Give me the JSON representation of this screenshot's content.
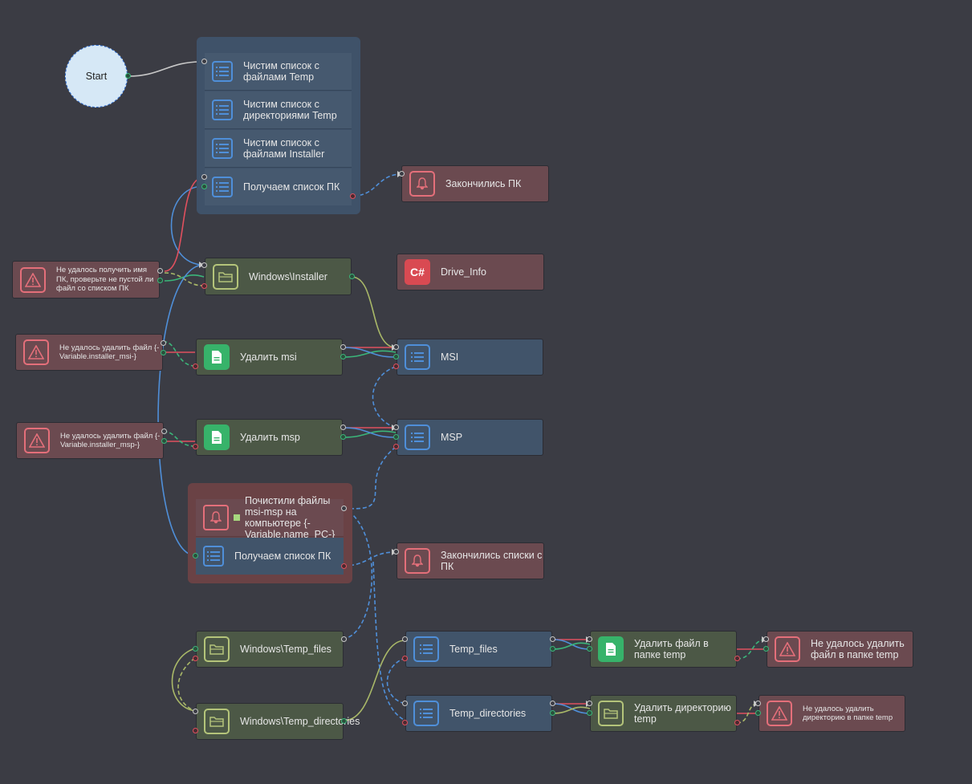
{
  "start": {
    "label": "Start"
  },
  "group_top": {
    "items": [
      {
        "label": "Чистим список с файлами Temp",
        "icon": "list-icon"
      },
      {
        "label": "Чистим список с директориями Temp",
        "icon": "list-icon"
      },
      {
        "label": "Чистим список с файлами Installer",
        "icon": "list-icon"
      },
      {
        "label": "Получаем список ПК",
        "icon": "list-icon"
      }
    ]
  },
  "nodes": {
    "finished_pc": {
      "label": "Закончились ПК",
      "icon": "bell-icon"
    },
    "drive_info": {
      "label": "Drive_Info",
      "icon": "csharp-icon",
      "icon_text": "C#"
    },
    "err_get_name": {
      "label": "Не удалось получить имя ПК, проверьте не пустой ли файл со списком ПК",
      "icon": "warning-icon"
    },
    "windows_installer": {
      "label": "Windows\\Installer",
      "icon": "folder-icon"
    },
    "err_delete_msi": {
      "label": "Не удалось удалить файл {-Variable.installer_msi-}",
      "icon": "warning-icon"
    },
    "delete_msi": {
      "label": "Удалить msi",
      "icon": "document-icon"
    },
    "msi": {
      "label": "MSI",
      "icon": "list-icon"
    },
    "err_delete_msp": {
      "label": "Не удалось удалить файл {-Variable.installer_msp-}",
      "icon": "warning-icon"
    },
    "delete_msp": {
      "label": "Удалить msp",
      "icon": "document-icon"
    },
    "msp": {
      "label": "MSP",
      "icon": "list-icon"
    },
    "finished_lists": {
      "label": "Закончились списки с ПК",
      "icon": "bell-icon"
    },
    "windows_temp_files": {
      "label": "Windows\\Temp_files",
      "icon": "folder-icon"
    },
    "temp_files": {
      "label": "Temp_files",
      "icon": "list-icon"
    },
    "delete_file_temp": {
      "label": "Удалить файл в папке temp",
      "icon": "document-icon"
    },
    "err_delete_file_temp": {
      "label": "Не удалось удалить файл в папке temp",
      "icon": "warning-icon"
    },
    "windows_temp_dirs": {
      "label": "Windows\\Temp_directories",
      "icon": "folder-icon"
    },
    "temp_directories": {
      "label": "Temp_directories",
      "icon": "list-icon"
    },
    "delete_dir_temp": {
      "label": "Удалить директорию temp",
      "icon": "folder-icon"
    },
    "err_delete_dir_temp": {
      "label": "Не удалось удалить директорию в папке temp",
      "icon": "warning-icon"
    }
  },
  "group_bottom": {
    "items": [
      {
        "label": "Почистили файлы msi-msp на компьютере {-Variable.name_PC-}",
        "icon": "bell-icon"
      },
      {
        "label": "Получаем список ПК",
        "icon": "list-icon"
      }
    ]
  },
  "colors": {
    "background": "#3b3c44",
    "error_node": "#6b4a50",
    "action_node": "#4c5846",
    "list_node": "#41546a",
    "wire_blue": "#4f8fd9",
    "wire_red": "#e0505e",
    "wire_green": "#3bb67a",
    "wire_olive": "#a9b868",
    "wire_white": "#c8c8c8"
  }
}
